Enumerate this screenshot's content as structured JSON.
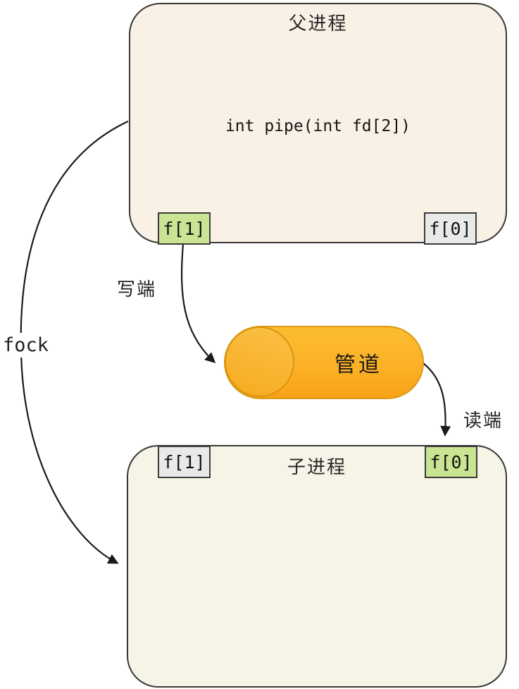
{
  "diagram": {
    "parent_process": {
      "title": "父进程",
      "code": "int pipe(int fd[2])",
      "fd_write_label": "f[1]",
      "fd_read_label": "f[0]"
    },
    "child_process": {
      "title": "子进程",
      "fd_write_label": "f[1]",
      "fd_read_label": "f[0]"
    },
    "pipe": {
      "label": "管道"
    },
    "labels": {
      "write_end": "写端",
      "read_end": "读端",
      "fork": "fock"
    },
    "colors": {
      "parent_fill": "#faf1e6",
      "child_fill": "#f6f4e6",
      "fd_active_green": "#c9e492",
      "fd_inactive_gray": "#e9e9e9",
      "pipe_orange_top": "#fcbd32",
      "pipe_orange_bottom": "#f9a219",
      "pipe_border": "#dd9812",
      "stroke_dark": "#383838"
    }
  }
}
